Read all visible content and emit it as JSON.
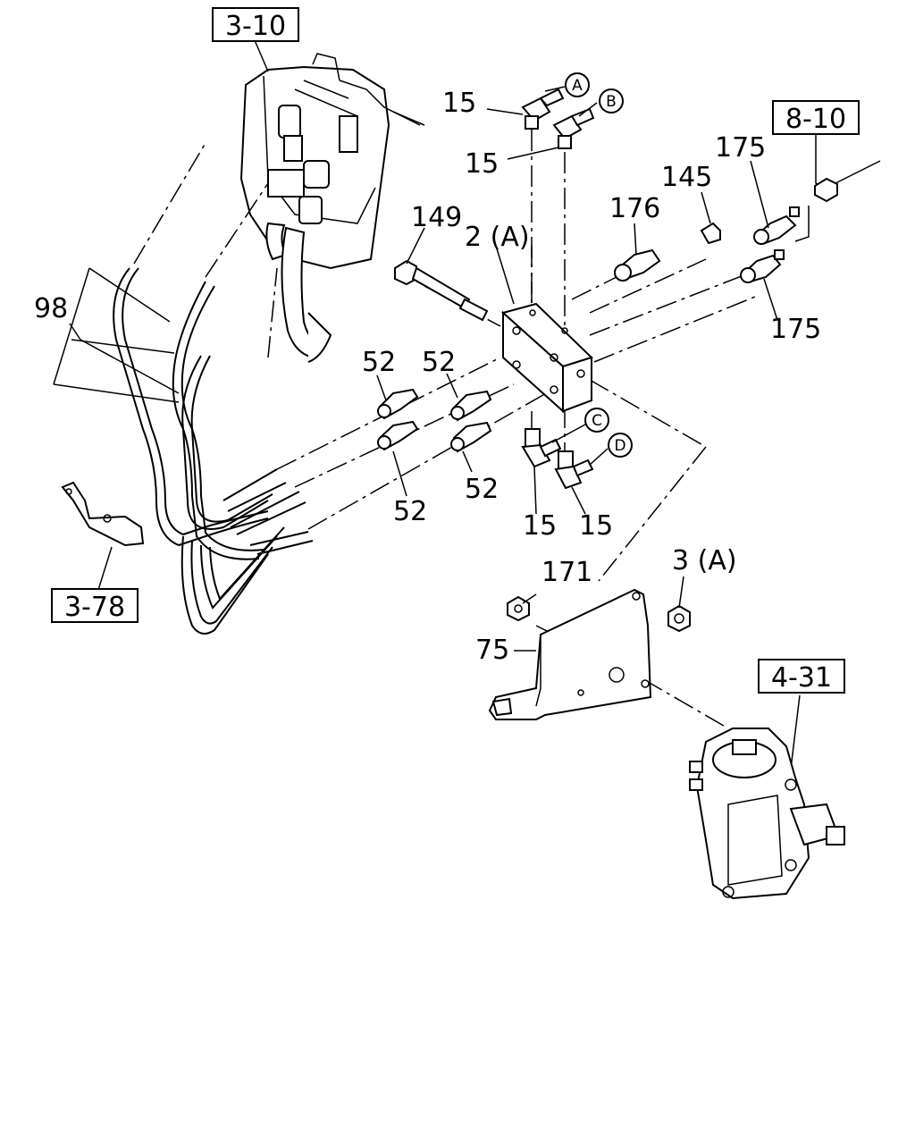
{
  "callouts": {
    "ref_3_10": "3-10",
    "ref_8_10": "8-10",
    "ref_3_78": "3-78",
    "ref_4_31": "4-31",
    "p15_a": "15",
    "p15_b": "15",
    "p15_c": "15",
    "p15_d": "15",
    "p175_top": "175",
    "p175_bottom": "175",
    "p145": "145",
    "p176": "176",
    "p149": "149",
    "p2a": "2 (A)",
    "p98": "98",
    "p52_a": "52",
    "p52_b": "52",
    "p52_c": "52",
    "p52_d": "52",
    "p171": "171",
    "p3a": "3 (A)",
    "p75": "75"
  },
  "circle_labels": {
    "A": "A",
    "B": "B",
    "C": "C",
    "D": "D"
  }
}
